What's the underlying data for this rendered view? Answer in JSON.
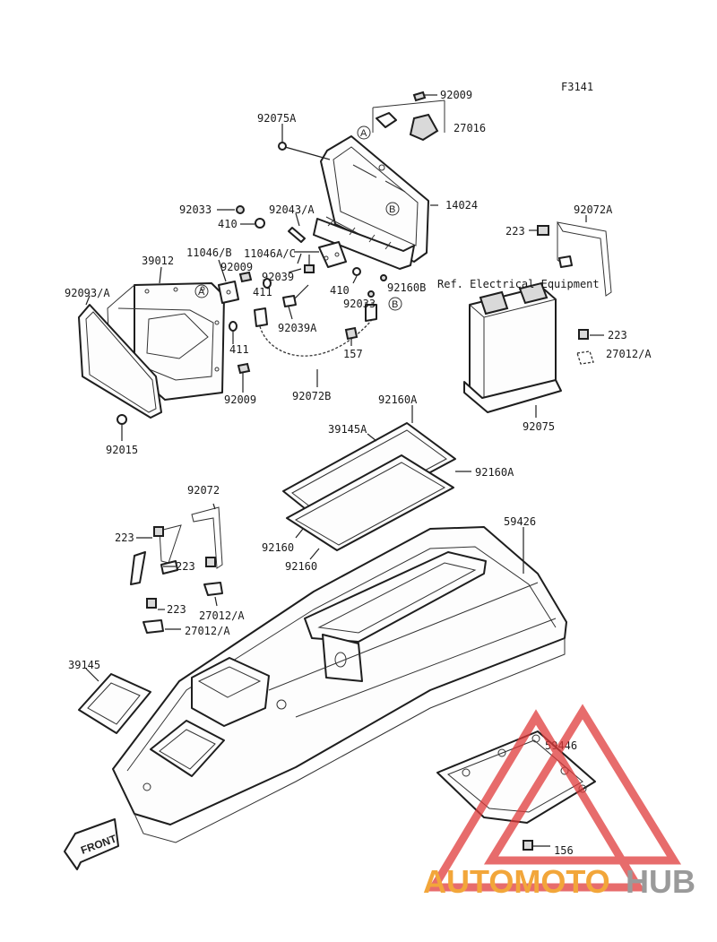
{
  "diagram_code": "F3141",
  "reference_note": "Ref. Electrical Equipment",
  "front_label": "FRONT",
  "marker_a": "A",
  "marker_b": "B",
  "watermark": {
    "part1": "AUTOMOTO",
    "part2": "HUB",
    "color1": "#f2a63a",
    "color2": "#9a9a9a",
    "logo_color": "#e03b3b"
  },
  "labels": {
    "p92009_top": "92009",
    "p92075A": "92075A",
    "p27016": "27016",
    "p14024": "14024",
    "p92033_left": "92033",
    "p92043A": "92043/A",
    "p410_left": "410",
    "p11046B": "11046/B",
    "p11046AC": "11046A/C",
    "p39012": "39012",
    "p92009_mid": "92009",
    "p92039": "92039",
    "p92093A": "92093/A",
    "p411_a": "411",
    "p410_mid": "410",
    "p92160B": "92160B",
    "p92033_mid": "92033",
    "p92039A": "92039A",
    "p411_b": "411",
    "p157": "157",
    "p92009_low": "92009",
    "p92072B": "92072B",
    "p223_r1": "223",
    "p92072A": "92072A",
    "p223_r2": "223",
    "p27012A_r": "27012/A",
    "p92075": "92075",
    "p92015": "92015",
    "p92160A_top": "92160A",
    "p39145A": "39145A",
    "p92160A_r": "92160A",
    "p92072": "92072",
    "p59426": "59426",
    "p223_l1": "223",
    "p223_l2": "223",
    "p92160_a": "92160",
    "p92160_b": "92160",
    "p223_l3": "223",
    "p27012A_l1": "27012/A",
    "p27012A_l2": "27012/A",
    "p39145": "39145",
    "p59446": "59446",
    "p156": "156"
  }
}
